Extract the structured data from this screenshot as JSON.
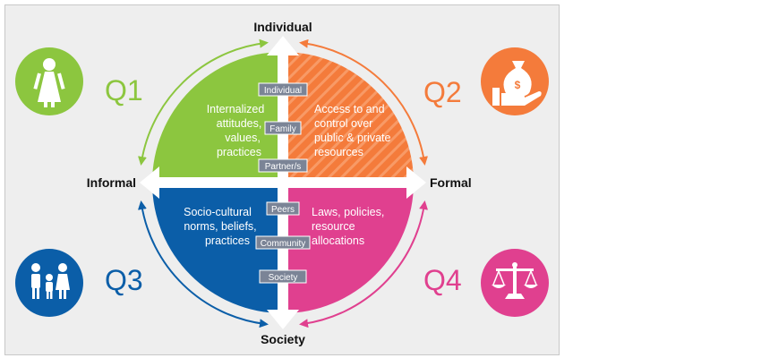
{
  "axes": {
    "top": "Individual",
    "bottom": "Society",
    "left": "Informal",
    "right": "Formal"
  },
  "quadrants": [
    {
      "id": "Q1",
      "label": "Q1",
      "color": "#8cc63f",
      "icon": "woman-figure-icon",
      "lines": [
        "Internalized",
        "attitudes,",
        "values,",
        "practices"
      ]
    },
    {
      "id": "Q2",
      "label": "Q2",
      "color": "#f47b3b",
      "icon": "money-bag-hand-icon",
      "lines": [
        "Access to and",
        "control over",
        "public & private",
        "resources"
      ]
    },
    {
      "id": "Q3",
      "label": "Q3",
      "color": "#0b5ea8",
      "icon": "family-icon",
      "lines": [
        "Socio-cultural",
        "norms, beliefs,",
        "practices"
      ]
    },
    {
      "id": "Q4",
      "label": "Q4",
      "color": "#e0408f",
      "icon": "scales-icon",
      "lines": [
        "Laws, policies,",
        "resource",
        "allocations"
      ]
    }
  ],
  "tags": [
    "Individual",
    "Family",
    "Partner/s",
    "Peers",
    "Community",
    "Society"
  ],
  "colors": {
    "tag_bg": "#7b8496",
    "axis": "#ffffff",
    "panel": "#eeeeee"
  }
}
